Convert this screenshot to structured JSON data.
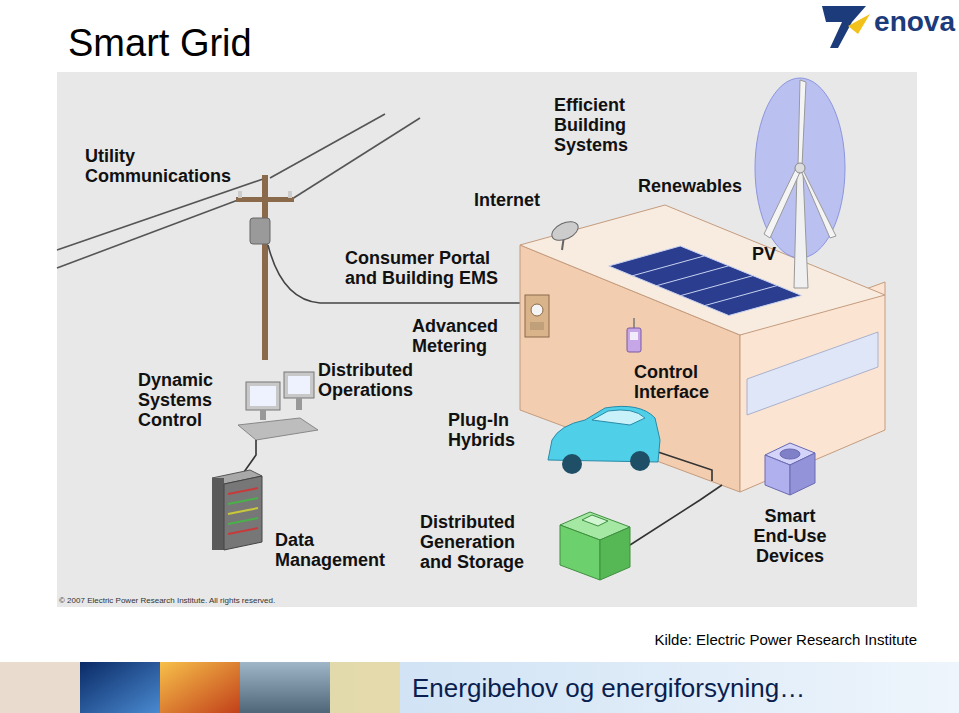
{
  "diagram": {
    "title": "Smart Grid",
    "caption": "Kilde: Electric Power Research Institute",
    "labels": [
      "Utility Communications",
      "Efficient Building Systems",
      "Internet",
      "Renewables",
      "PV",
      "Consumer Portal and Building EMS",
      "Advanced Metering",
      "Distributed Operations",
      "Dynamic Systems Control",
      "Control Interface",
      "Plug-In Hybrids",
      "Data Management",
      "Distributed Generation and Storage",
      "Smart End-Use Devices",
      "© 2007 Electric Power Research Institute. All rights reserved.",
      "enova",
      "Energibehov og energiforsyning…"
    ]
  }
}
